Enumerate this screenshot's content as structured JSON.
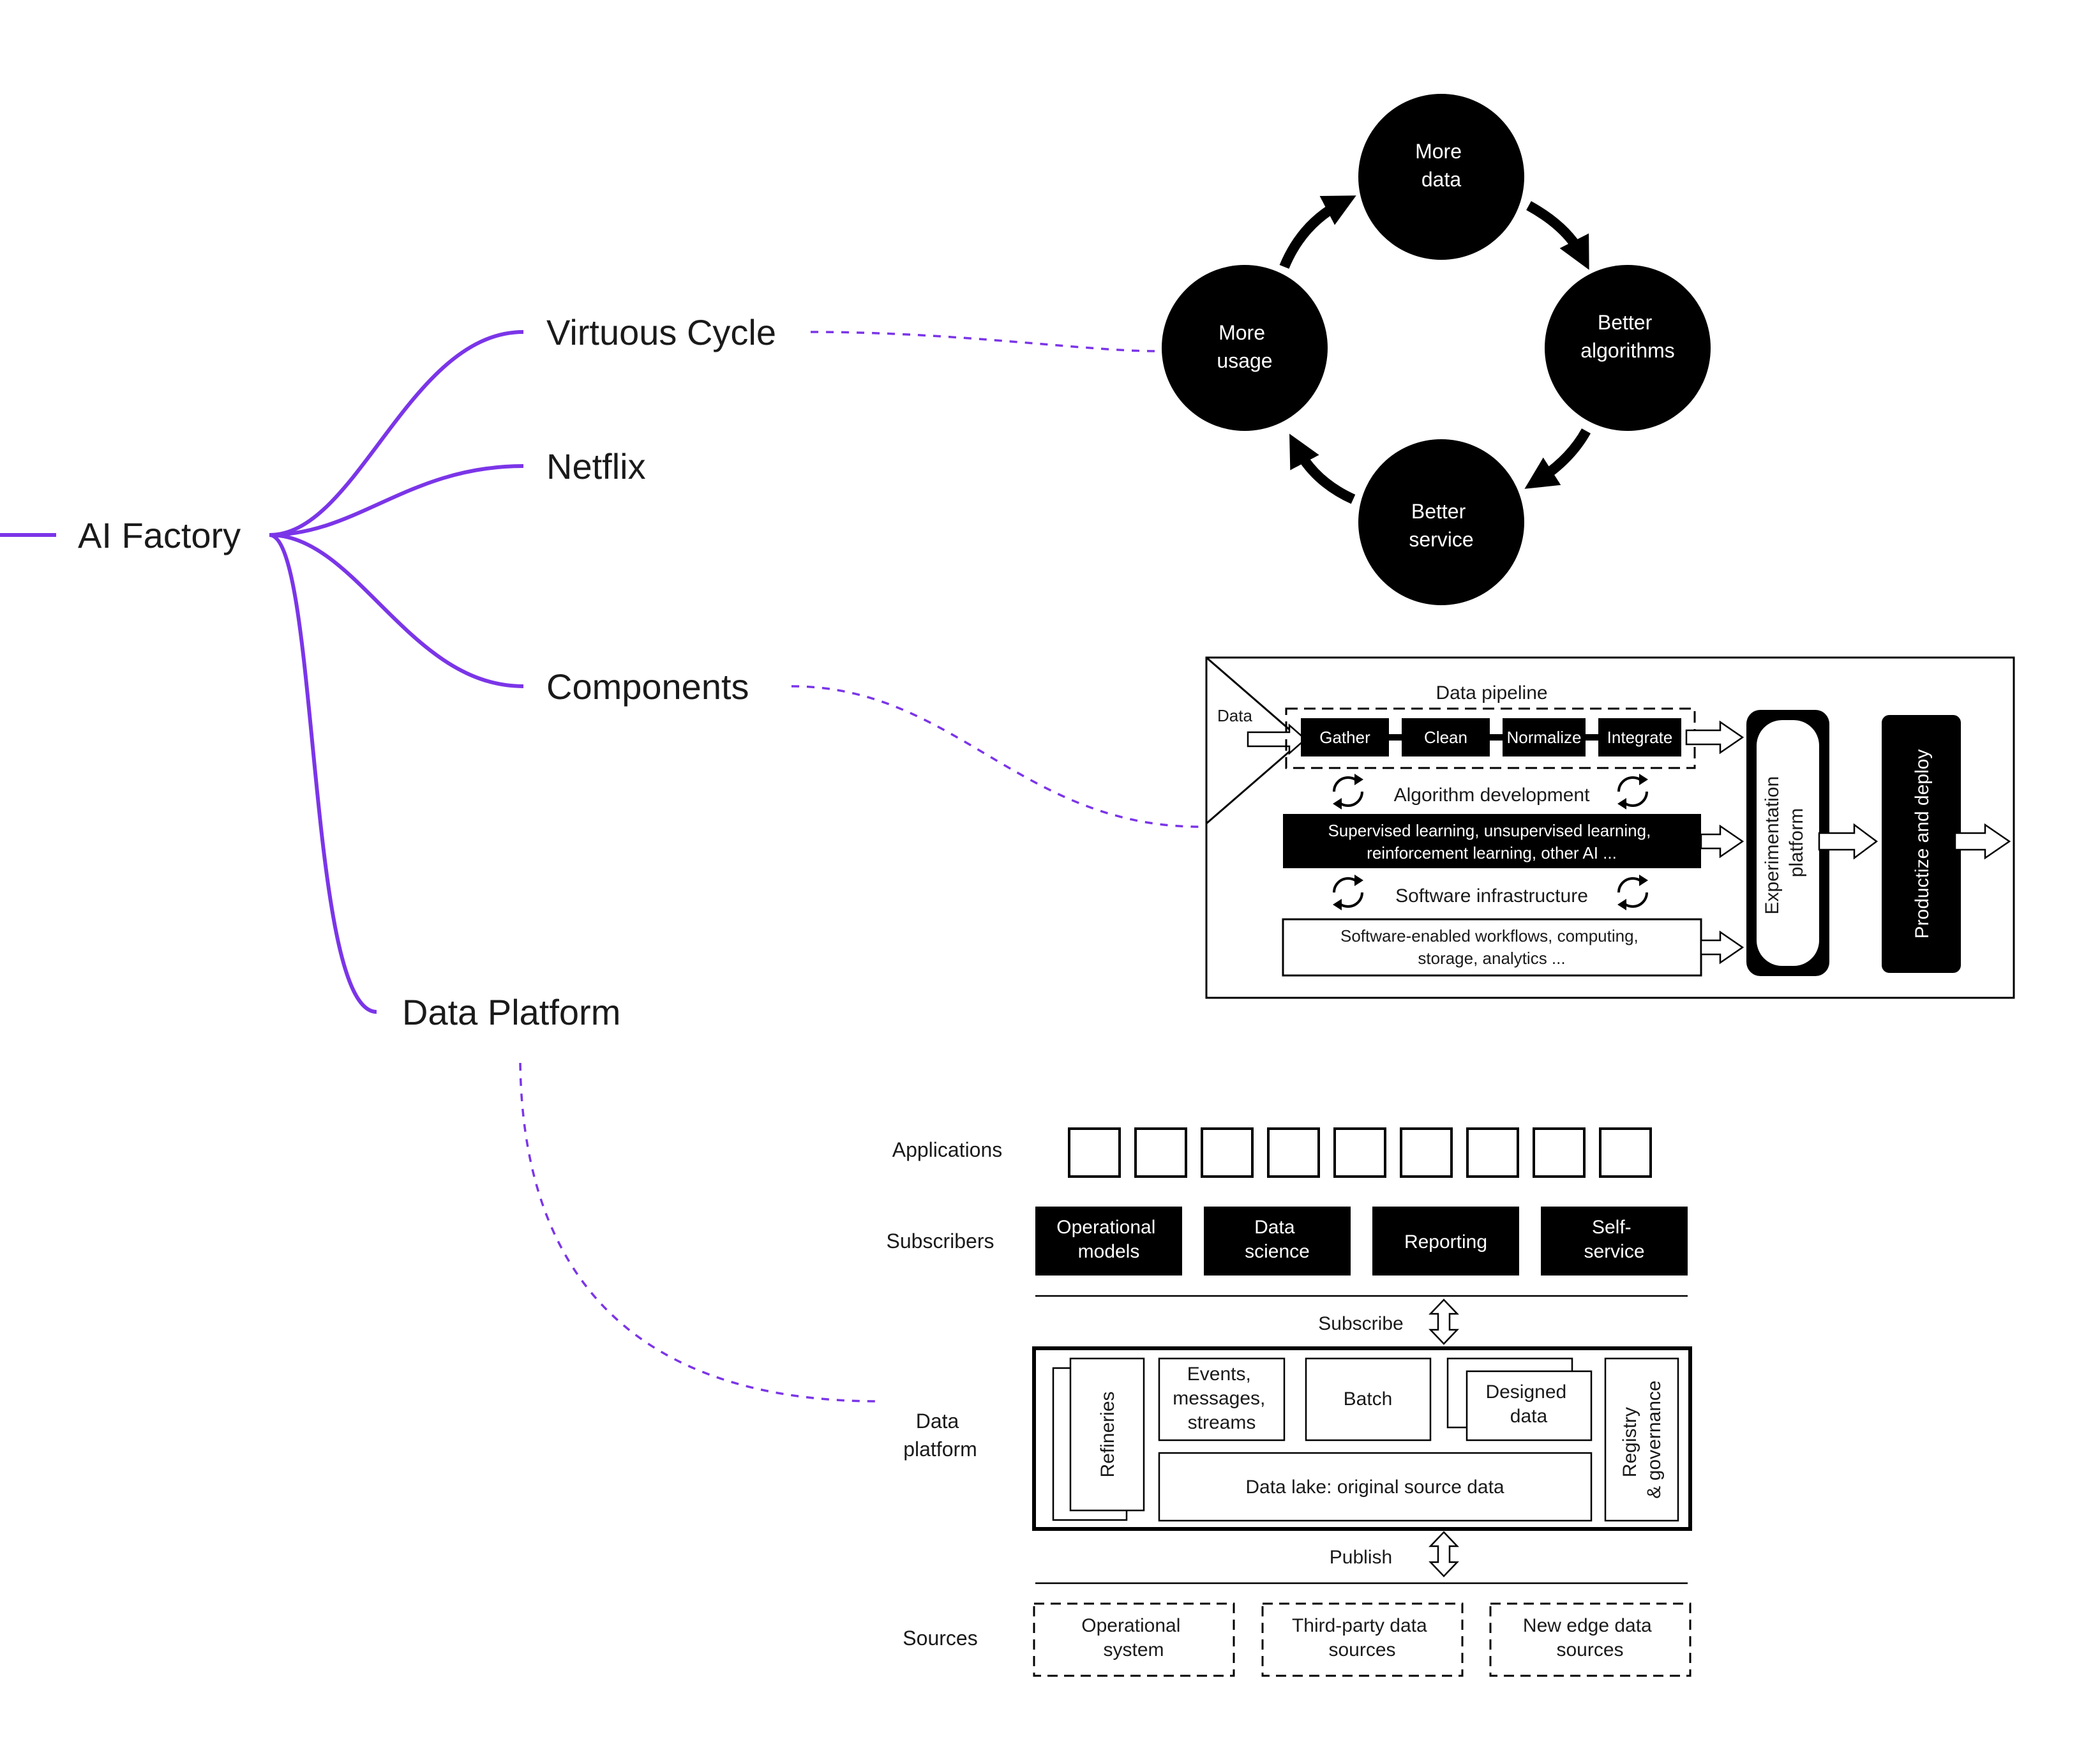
{
  "mindmap": {
    "root": "AI Factory",
    "branches": [
      "Virtuous Cycle",
      "Netflix",
      "Components",
      "Data Platform"
    ]
  },
  "virtuous_cycle": {
    "nodes": [
      "More data",
      "Better algorithms",
      "Better service",
      "More usage"
    ]
  },
  "components": {
    "input_label": "Data",
    "pipeline_title": "Data pipeline",
    "pipeline_steps": [
      "Gather",
      "Clean",
      "Normalize",
      "Integrate"
    ],
    "algorithm_title": "Algorithm development",
    "algorithm_box": [
      "Supervised learning, unsupervised learning,",
      "reinforcement learning, other AI ..."
    ],
    "software_title": "Software infrastructure",
    "software_box": [
      "Software-enabled workflows, computing,",
      "storage, analytics ..."
    ],
    "experimentation": [
      "Experimentation",
      "platform"
    ],
    "deploy": "Productize and deploy"
  },
  "data_platform": {
    "row_labels": {
      "applications": "Applications",
      "subscribers": "Subscribers",
      "data_platform": [
        "Data",
        "platform"
      ],
      "sources": "Sources"
    },
    "subscribers": [
      [
        "Operational",
        "models"
      ],
      [
        "Data",
        "science"
      ],
      [
        "Reporting"
      ],
      [
        "Self-",
        "service"
      ]
    ],
    "subscribe_label": "Subscribe",
    "publish_label": "Publish",
    "refineries": "Refineries",
    "events": [
      "Events,",
      "messages,",
      "streams"
    ],
    "batch": "Batch",
    "designed": [
      "Designed",
      "data"
    ],
    "lake": "Data lake: original source data",
    "registry": [
      "Registry",
      "& governance"
    ],
    "sources": [
      [
        "Operational",
        "system"
      ],
      [
        "Third-party data",
        "sources"
      ],
      [
        "New edge data",
        "sources"
      ]
    ]
  }
}
